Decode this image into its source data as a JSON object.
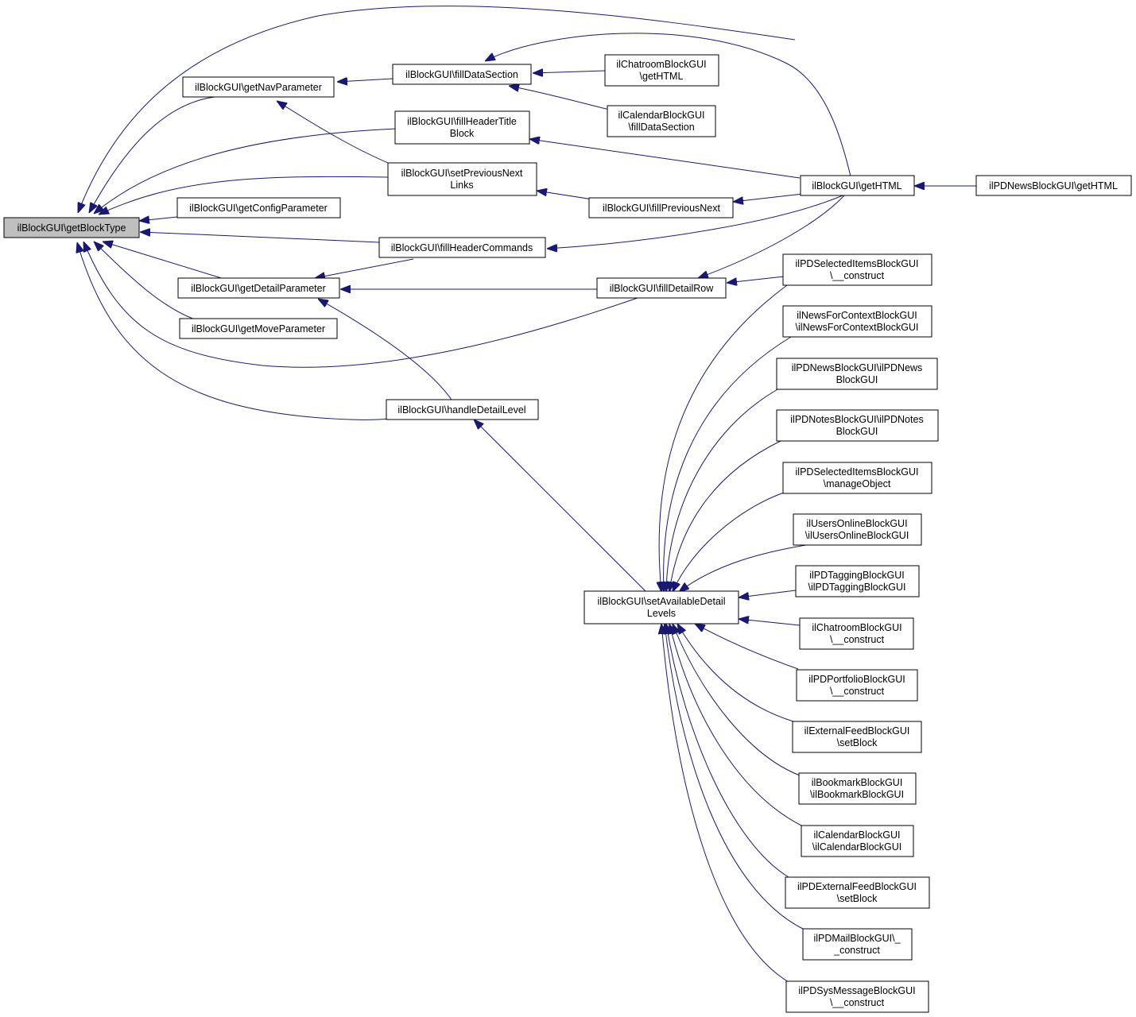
{
  "diagram": {
    "type": "doxygen-caller-graph",
    "colors": {
      "edge": "#191970",
      "root_fill": "#bfbfbf",
      "node_fill": "#ffffff",
      "border": "#000000"
    },
    "nodes": [
      {
        "id": "getBlockType",
        "lines": [
          "ilBlockGUI\\getBlockType"
        ],
        "root": true
      },
      {
        "id": "getNavParameter",
        "lines": [
          "ilBlockGUI\\getNavParameter"
        ]
      },
      {
        "id": "getConfigParameter",
        "lines": [
          "ilBlockGUI\\getConfigParameter"
        ]
      },
      {
        "id": "getDetailParameter",
        "lines": [
          "ilBlockGUI\\getDetailParameter"
        ]
      },
      {
        "id": "getMoveParameter",
        "lines": [
          "ilBlockGUI\\getMoveParameter"
        ]
      },
      {
        "id": "fillDataSection",
        "lines": [
          "ilBlockGUI\\fillDataSection"
        ]
      },
      {
        "id": "fillHeaderTitleBlock",
        "lines": [
          "ilBlockGUI\\fillHeaderTitle",
          "Block"
        ]
      },
      {
        "id": "setPreviousNextLinks",
        "lines": [
          "ilBlockGUI\\setPreviousNext",
          "Links"
        ]
      },
      {
        "id": "fillHeaderCommands",
        "lines": [
          "ilBlockGUI\\fillHeaderCommands"
        ]
      },
      {
        "id": "handleDetailLevel",
        "lines": [
          "ilBlockGUI\\handleDetailLevel"
        ]
      },
      {
        "id": "chatroomGetHTML",
        "lines": [
          "ilChatroomBlockGUI",
          "\\getHTML"
        ]
      },
      {
        "id": "calendarFillData",
        "lines": [
          "ilCalendarBlockGUI",
          "\\fillDataSection"
        ]
      },
      {
        "id": "fillPreviousNext",
        "lines": [
          "ilBlockGUI\\fillPreviousNext"
        ]
      },
      {
        "id": "fillDetailRow",
        "lines": [
          "ilBlockGUI\\fillDetailRow"
        ]
      },
      {
        "id": "getHTML",
        "lines": [
          "ilBlockGUI\\getHTML"
        ]
      },
      {
        "id": "pdNewsGetHTML",
        "lines": [
          "ilPDNewsBlockGUI\\getHTML"
        ]
      },
      {
        "id": "setAvailableDetailLevels",
        "lines": [
          "ilBlockGUI\\setAvailableDetail",
          "Levels"
        ]
      },
      {
        "id": "pdSelectedConstruct",
        "lines": [
          "ilPDSelectedItemsBlockGUI",
          "\\__construct"
        ]
      },
      {
        "id": "newsForContext",
        "lines": [
          "ilNewsForContextBlockGUI",
          "\\ilNewsForContextBlockGUI"
        ]
      },
      {
        "id": "pdNewsCtor",
        "lines": [
          "ilPDNewsBlockGUI\\ilPDNews",
          "BlockGUI"
        ]
      },
      {
        "id": "pdNotesCtor",
        "lines": [
          "ilPDNotesBlockGUI\\ilPDNotes",
          "BlockGUI"
        ]
      },
      {
        "id": "pdSelectedManage",
        "lines": [
          "ilPDSelectedItemsBlockGUI",
          "\\manageObject"
        ]
      },
      {
        "id": "usersOnline",
        "lines": [
          "ilUsersOnlineBlockGUI",
          "\\ilUsersOnlineBlockGUI"
        ]
      },
      {
        "id": "pdTagging",
        "lines": [
          "ilPDTaggingBlockGUI",
          "\\ilPDTaggingBlockGUI"
        ]
      },
      {
        "id": "chatroomConstruct",
        "lines": [
          "ilChatroomBlockGUI",
          "\\__construct"
        ]
      },
      {
        "id": "pdPortfolio",
        "lines": [
          "ilPDPortfolioBlockGUI",
          "\\__construct"
        ]
      },
      {
        "id": "externalFeed",
        "lines": [
          "ilExternalFeedBlockGUI",
          "\\setBlock"
        ]
      },
      {
        "id": "bookmark",
        "lines": [
          "ilBookmarkBlockGUI",
          "\\ilBookmarkBlockGUI"
        ]
      },
      {
        "id": "calendarCtor",
        "lines": [
          "ilCalendarBlockGUI",
          "\\ilCalendarBlockGUI"
        ]
      },
      {
        "id": "pdExternalFeed",
        "lines": [
          "ilPDExternalFeedBlockGUI",
          "\\setBlock"
        ]
      },
      {
        "id": "pdMail",
        "lines": [
          "ilPDMailBlockGUI\\_",
          "_construct"
        ]
      },
      {
        "id": "pdSysMessage",
        "lines": [
          "ilPDSysMessageBlockGUI",
          "\\__construct"
        ]
      }
    ]
  }
}
